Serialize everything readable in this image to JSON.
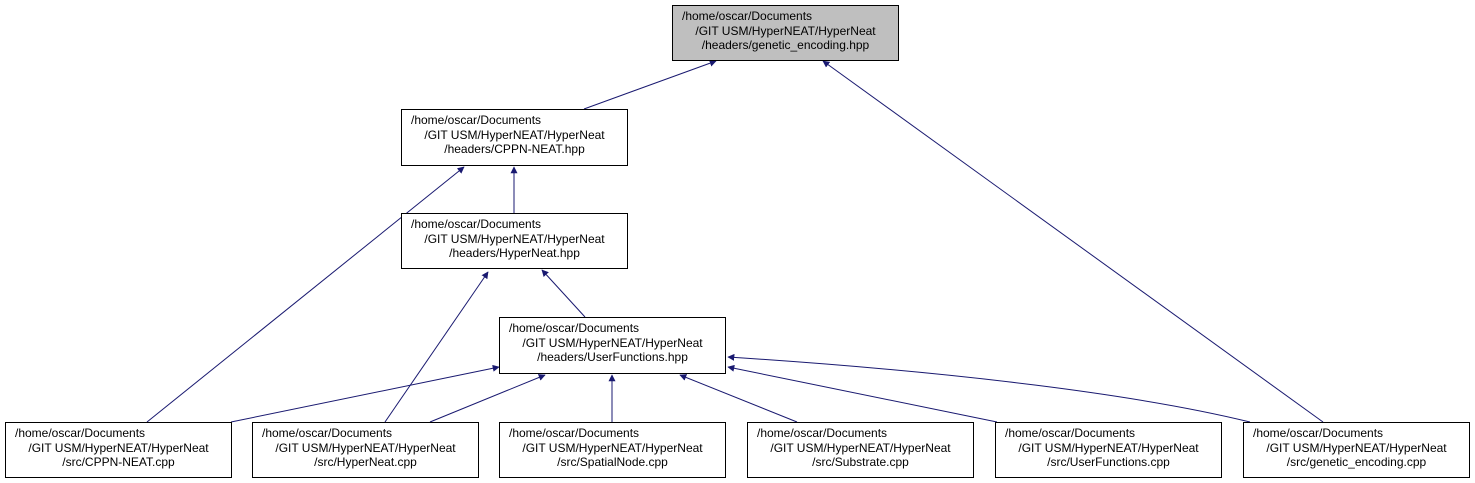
{
  "colors": {
    "edge": "#191970",
    "root_fill": "#bfbfbf",
    "node_fill": "#ffffff",
    "border": "#000000"
  },
  "nodes": {
    "root": {
      "line1": "/home/oscar/Documents",
      "line2": "/GIT USM/HyperNEAT/HyperNeat",
      "line3": "/headers/genetic_encoding.hpp"
    },
    "cppn_hpp": {
      "line1": "/home/oscar/Documents",
      "line2": "/GIT USM/HyperNEAT/HyperNeat",
      "line3": "/headers/CPPN-NEAT.hpp"
    },
    "hyperneat_hpp": {
      "line1": "/home/oscar/Documents",
      "line2": "/GIT USM/HyperNEAT/HyperNeat",
      "line3": "/headers/HyperNeat.hpp"
    },
    "userfunc_hpp": {
      "line1": "/home/oscar/Documents",
      "line2": "/GIT USM/HyperNEAT/HyperNeat",
      "line3": "/headers/UserFunctions.hpp"
    },
    "cppn_cpp": {
      "line1": "/home/oscar/Documents",
      "line2": "/GIT USM/HyperNEAT/HyperNeat",
      "line3": "/src/CPPN-NEAT.cpp"
    },
    "hyperneat_cpp": {
      "line1": "/home/oscar/Documents",
      "line2": "/GIT USM/HyperNEAT/HyperNeat",
      "line3": "/src/HyperNeat.cpp"
    },
    "spatial_cpp": {
      "line1": "/home/oscar/Documents",
      "line2": "/GIT USM/HyperNEAT/HyperNeat",
      "line3": "/src/SpatialNode.cpp"
    },
    "substrate_cpp": {
      "line1": "/home/oscar/Documents",
      "line2": "/GIT USM/HyperNEAT/HyperNeat",
      "line3": "/src/Substrate.cpp"
    },
    "userfunc_cpp": {
      "line1": "/home/oscar/Documents",
      "line2": "/GIT USM/HyperNEAT/HyperNeat",
      "line3": "/src/UserFunctions.cpp"
    },
    "genetic_cpp": {
      "line1": "/home/oscar/Documents",
      "line2": "/GIT USM/HyperNEAT/HyperNeat",
      "line3": "/src/genetic_encoding.cpp"
    }
  }
}
